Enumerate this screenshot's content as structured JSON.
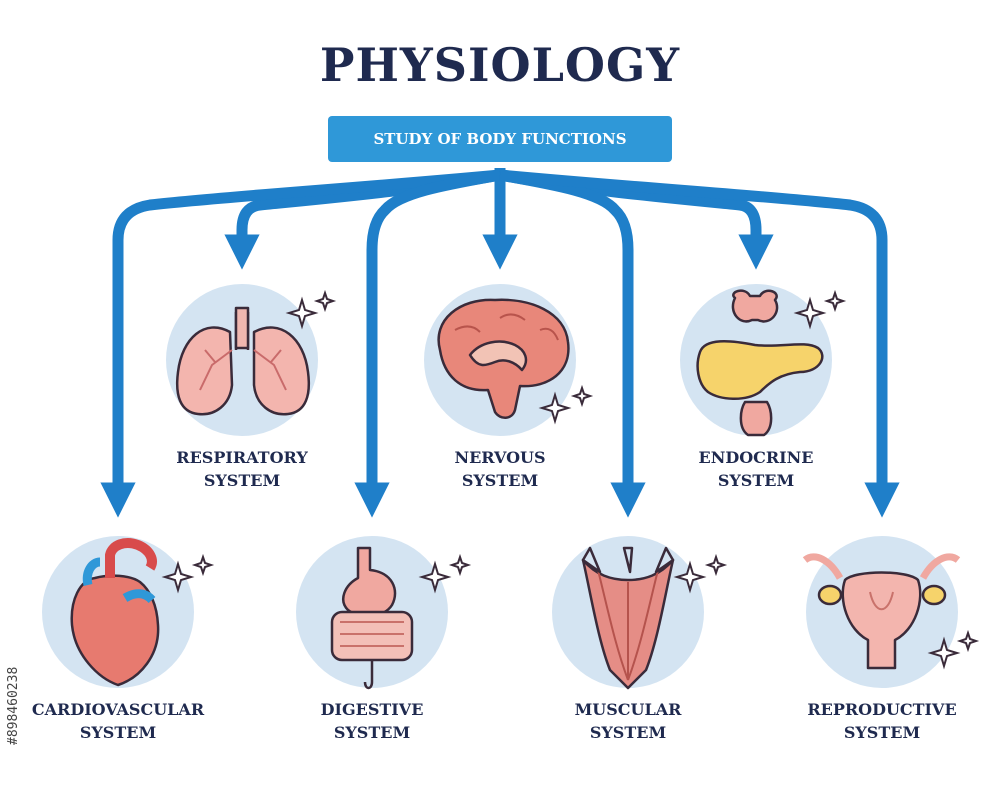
{
  "title": "PHYSIOLOGY",
  "subtitle": "STUDY OF BODY FUNCTIONS",
  "colors": {
    "arrow": "#1f7fc9",
    "circle": "#d4e4f2",
    "title": "#1f2a4f",
    "subtitle_bg": "#2f98d8"
  },
  "systems": [
    {
      "icon": "lungs-icon",
      "line1": "RESPIRATORY",
      "line2": "SYSTEM"
    },
    {
      "icon": "brain-icon",
      "line1": "NERVOUS",
      "line2": "SYSTEM"
    },
    {
      "icon": "endocrine-glands-icon",
      "line1": "ENDOCRINE",
      "line2": "SYSTEM"
    },
    {
      "icon": "heart-icon",
      "line1": "CARDIOVASCULAR",
      "line2": "SYSTEM"
    },
    {
      "icon": "stomach-intestine-icon",
      "line1": "DIGESTIVE",
      "line2": "SYSTEM"
    },
    {
      "icon": "muscle-icon",
      "line1": "MUSCULAR",
      "line2": "SYSTEM"
    },
    {
      "icon": "uterus-icon",
      "line1": "REPRODUCTIVE",
      "line2": "SYSTEM"
    }
  ],
  "watermark": "#898460238"
}
